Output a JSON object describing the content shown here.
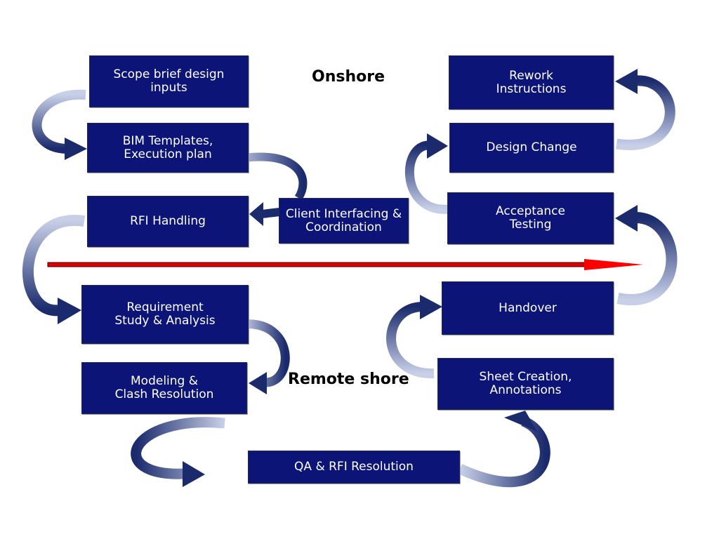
{
  "zones": {
    "onshore": "Onshore",
    "remote": "Remote shore"
  },
  "boxes": {
    "scope": "Scope brief design\ninputs",
    "bim": "BIM Templates,\nExecution plan",
    "rfi_handling": "RFI Handling",
    "client": "Client Interfacing &\nCoordination",
    "requirement": "Requirement\nStudy & Analysis",
    "modeling": "Modeling &\nClash Resolution",
    "qa": "QA & RFI Resolution",
    "sheet": "Sheet Creation,\nAnnotations",
    "handover": "Handover",
    "acceptance": "Acceptance\nTesting",
    "design_change": "Design Change",
    "rework": "Rework\nInstructions"
  },
  "colors": {
    "box_fill": "#0c1478",
    "arrow_dark": "#1a2a6c",
    "arrow_light": "#c8d0e8",
    "divider_red": "#e00000"
  }
}
